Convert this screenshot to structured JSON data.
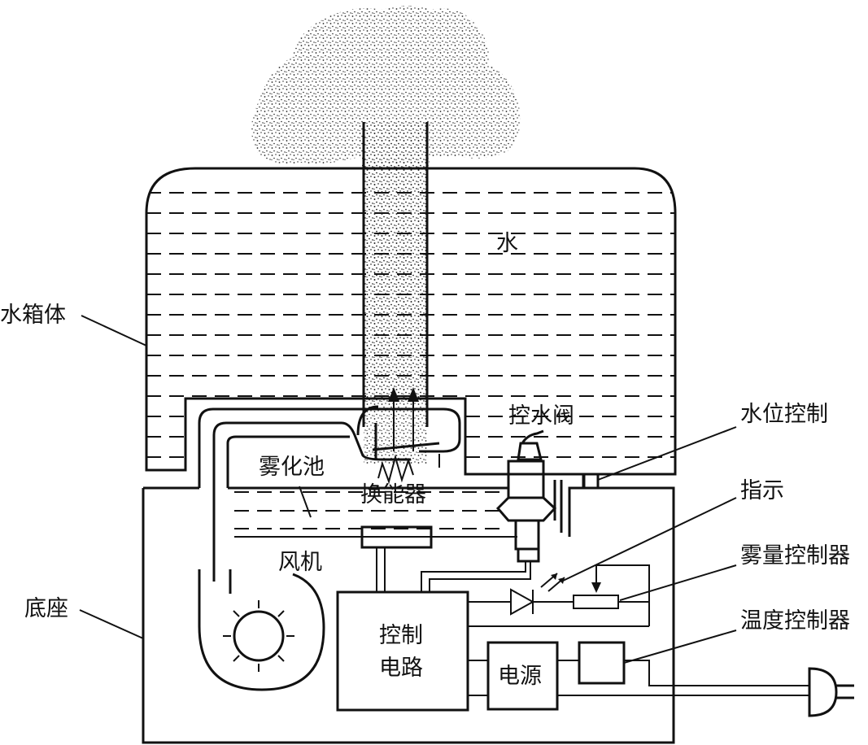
{
  "labels": {
    "water": "水",
    "tank_body": "水箱体",
    "water_valve": "控水阀",
    "water_level_control": "水位控制",
    "atomizing_pool": "雾化池",
    "transducer": "换能器",
    "indicator": "指示",
    "fan": "风机",
    "mist_controller": "雾量控制器",
    "base": "底座",
    "control_circuit_line1": "控制",
    "control_circuit_line2": "电路",
    "power_supply": "电源",
    "temperature_controller": "温度控制器"
  },
  "colors": {
    "ink": "#111111",
    "background": "#ffffff"
  },
  "icons": [
    "fan-icon",
    "diode-icon",
    "resistor-icon",
    "plug-icon",
    "mist-cloud"
  ]
}
